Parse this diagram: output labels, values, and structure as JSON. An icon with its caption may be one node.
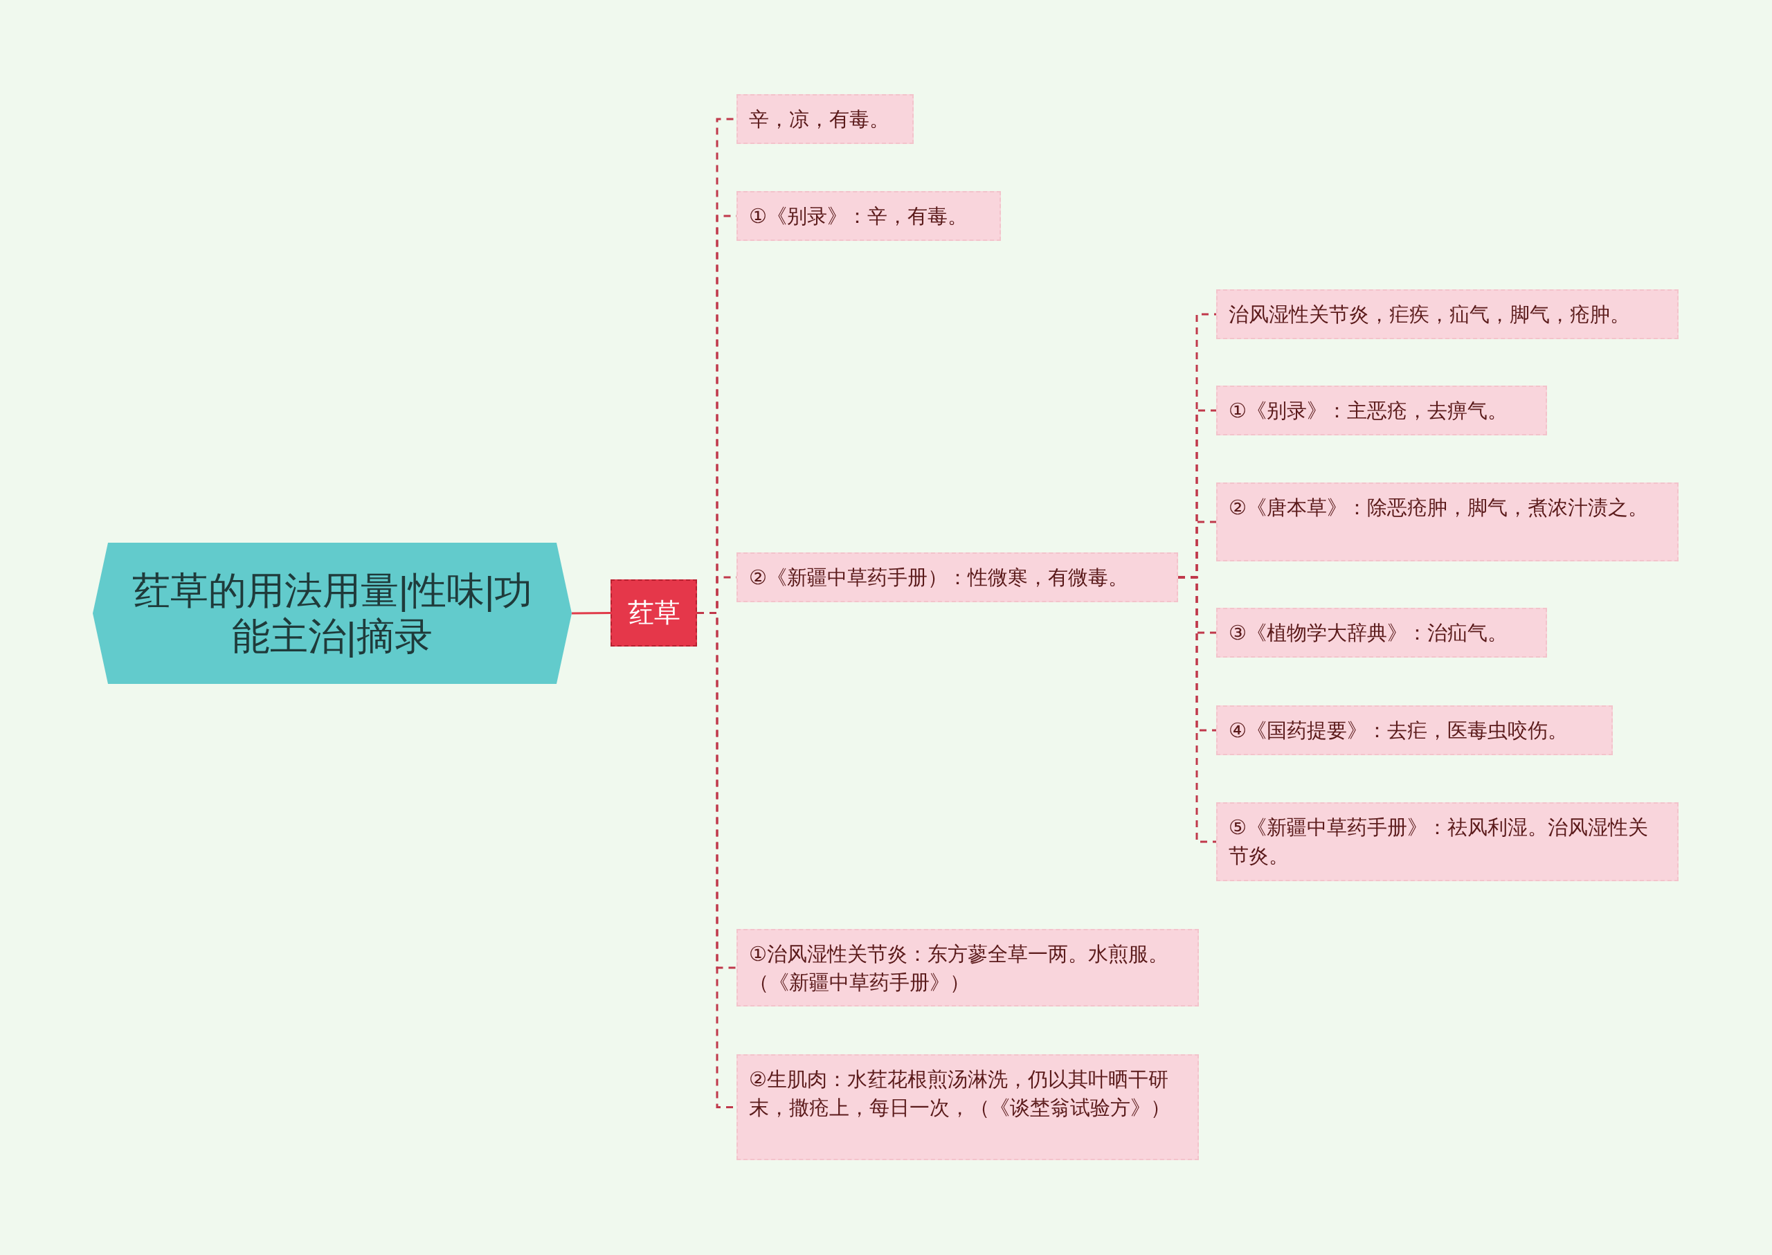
{
  "diagram": {
    "nodes": [
      {
        "text": [
          "荭草的用法用量|性味|功能主治|摘录"
        ]
      },
      {
        "text": [
          "荭草"
        ]
      },
      {
        "text": [
          "辛，凉，有毒。"
        ]
      },
      {
        "text": [
          "①《别录》：辛，有毒。"
        ]
      },
      {
        "text": [
          "②《新疆中草药手册）：性微寒，有微毒。"
        ]
      },
      {
        "text": [
          "治风湿性关节炎，疟疾，疝气，脚气，疮肿。"
        ]
      },
      {
        "text": [
          "①《别录》：主恶疮，去痹气。"
        ]
      },
      {
        "text": [
          "②《唐本草》：除恶疮肿，脚气，煮浓汁渍之。"
        ]
      },
      {
        "text": [
          "③《植物学大辞典》：治疝气。"
        ]
      },
      {
        "text": [
          "④《国药提要》：去疟，医毒虫咬伤。"
        ]
      },
      {
        "text": [
          "⑤《新疆中草药手册》：祛风利湿。治风湿性关节炎。"
        ]
      },
      {
        "text": [
          "①治风湿性关节炎：东方蓼全草一两。水煎服。（《新疆中草药手册》）"
        ]
      },
      {
        "text": [
          "②生肌肉：水荭花根煎汤淋洗，仍以其叶晒干研末，撒疮上，每日一次，（《谈埜翁试验方》）"
        ]
      }
    ],
    "edges": [
      {
        "from": 0,
        "to": 1,
        "arrow": "none",
        "color": "#e03c4a"
      },
      {
        "from": 1,
        "to": 2,
        "arrow": "none",
        "style": "dashed"
      },
      {
        "from": 1,
        "to": 3,
        "arrow": "none",
        "style": "dashed"
      },
      {
        "from": 1,
        "to": 4,
        "arrow": "none",
        "style": "dashed"
      },
      {
        "from": 1,
        "to": 11,
        "arrow": "none",
        "style": "dashed"
      },
      {
        "from": 1,
        "to": 12,
        "arrow": "none",
        "style": "dashed"
      },
      {
        "from": 4,
        "to": 5,
        "arrow": "none",
        "style": "dashed"
      },
      {
        "from": 4,
        "to": 6,
        "arrow": "none",
        "style": "dashed"
      },
      {
        "from": 4,
        "to": 7,
        "arrow": "none",
        "style": "dashed"
      },
      {
        "from": 4,
        "to": 8,
        "arrow": "none",
        "style": "dashed"
      },
      {
        "from": 4,
        "to": 9,
        "arrow": "none",
        "style": "dashed"
      },
      {
        "from": 4,
        "to": 10,
        "arrow": "none",
        "style": "dashed"
      }
    ]
  }
}
